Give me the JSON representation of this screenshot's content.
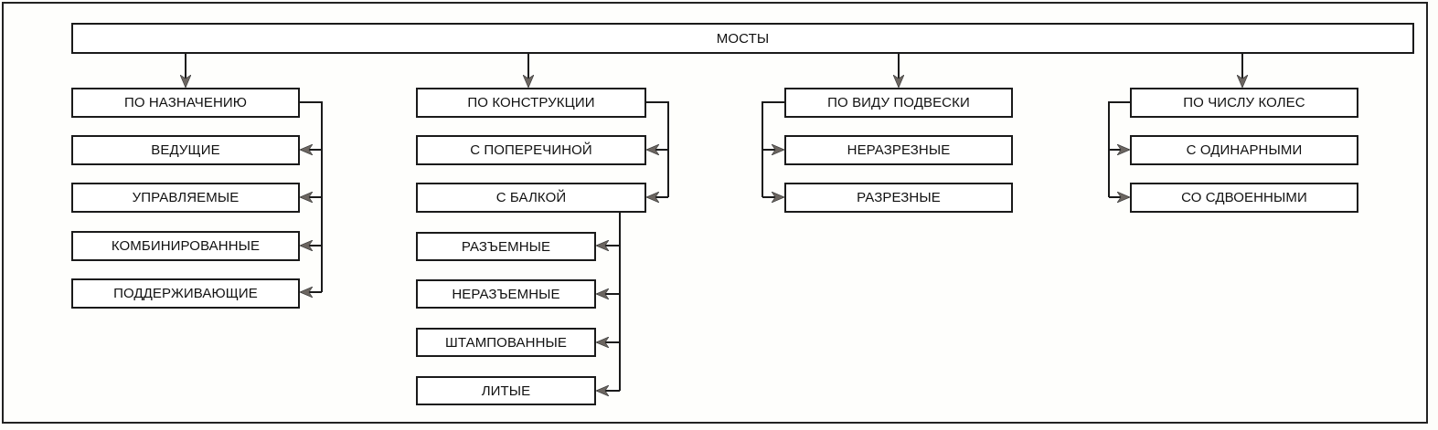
{
  "root": {
    "label": "МОСТЫ"
  },
  "categories": [
    {
      "label": "ПО НАЗНАЧЕНИЮ",
      "items": [
        "ВЕДУЩИЕ",
        "УПРАВЛЯЕМЫЕ",
        "КОМБИНИРОВАННЫЕ",
        "ПОДДЕРЖИВАЮЩИЕ"
      ]
    },
    {
      "label": "ПО КОНСТРУКЦИИ",
      "items": [
        "С ПОПЕРЕЧИНОЙ",
        "С БАЛКОЙ"
      ],
      "subitems": [
        "РАЗЪЕМНЫЕ",
        "НЕРАЗЪЕМНЫЕ",
        "ШТАМПОВАННЫЕ",
        "ЛИТЫЕ"
      ]
    },
    {
      "label": "ПО ВИДУ ПОДВЕСКИ",
      "items": [
        "НЕРАЗРЕЗНЫЕ",
        "РАЗРЕЗНЫЕ"
      ]
    },
    {
      "label": "ПО ЧИСЛУ КОЛЕС",
      "items": [
        "С ОДИНАРНЫМИ",
        "СО СДВОЕННЫМИ"
      ]
    }
  ],
  "colors": {
    "line": "#1a1a1a",
    "arrowhead": "#6b6560"
  }
}
